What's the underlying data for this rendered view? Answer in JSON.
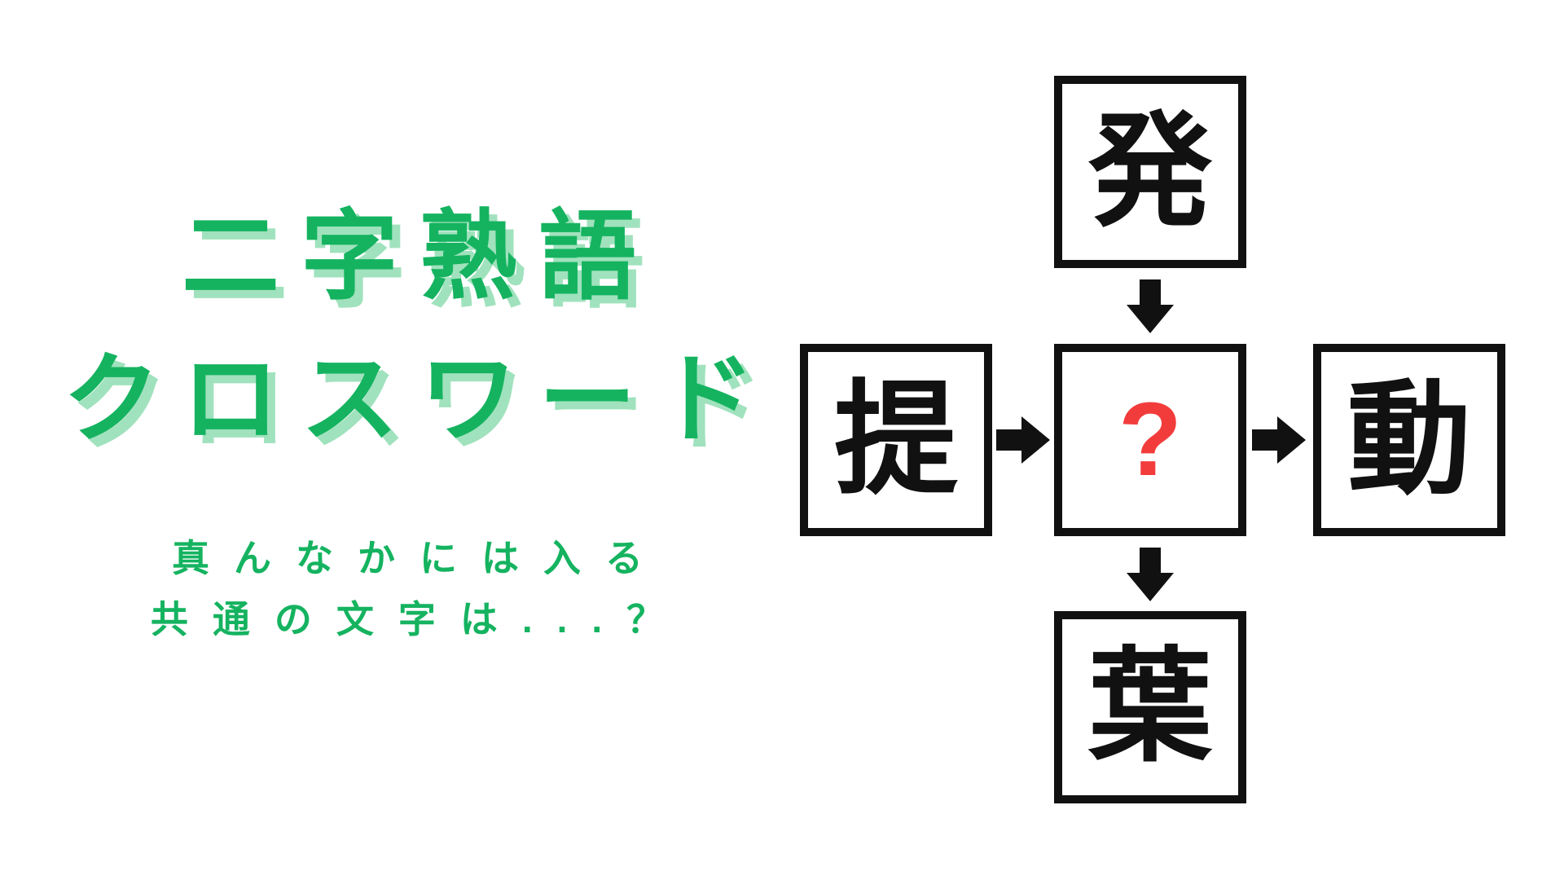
{
  "page": {
    "background_color": "#ffffff",
    "kind": "two-character compound word crossword puzzle graphic"
  },
  "intro": {
    "title_line1": "二字熟語",
    "title_line2": "クロスワード",
    "subtitle_line1": "真んなかには入る",
    "subtitle_line2": "共通の文字は...？",
    "text_color": "#15b360",
    "title_shadow_color": "#a0e2bd"
  },
  "puzzle": {
    "box_border_color": "#111111",
    "kanji_color": "#111111",
    "question_color": "#f23c3c",
    "top_cell": {
      "char": "発"
    },
    "left_cell": {
      "char": "提"
    },
    "center_cell": {
      "char": "?"
    },
    "right_cell": {
      "char": "動"
    },
    "bottom_cell": {
      "char": "葉"
    },
    "arrows": [
      {
        "from": "top",
        "to": "center",
        "direction": "down"
      },
      {
        "from": "left",
        "to": "center",
        "direction": "right"
      },
      {
        "from": "center",
        "to": "right",
        "direction": "right"
      },
      {
        "from": "center",
        "to": "bottom",
        "direction": "down"
      }
    ]
  }
}
